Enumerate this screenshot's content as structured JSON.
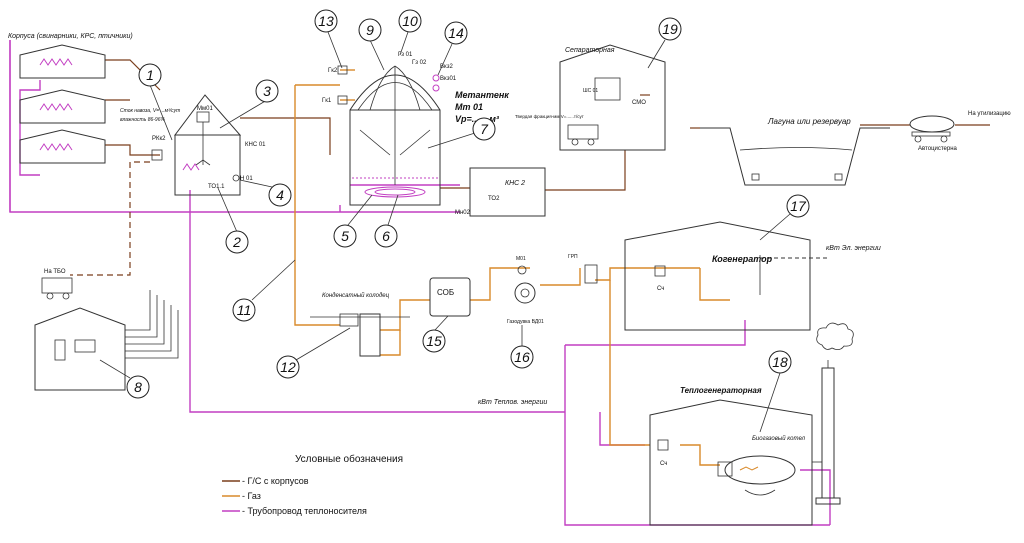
{
  "labels": {
    "korpusa": "Корпуса (свинарники, КРС, птичники)",
    "stok_navoza": "Сток навоза, V= ...м³/сут",
    "vlazhnost": "влажность 86-96%",
    "rkk2": "РКк2",
    "mm01": "Мм01",
    "khns01": "КНС 01",
    "to11": "ТО1.1",
    "n01": "Н 01",
    "gk1": "Гк1",
    "gk2": "Гк2",
    "gz01": "Гз 01",
    "gz02": "Гз 02",
    "vp01": "Вкз01",
    "vp02": "Вкз2",
    "metantenk": "Метантенк",
    "mt01": "Мт 01",
    "vr": "Vр=.......м³",
    "khns2": "КНС 2",
    "to2": "ТО2",
    "mn02": "Мн02",
    "separatornaya": "Сепараторная",
    "shs01": "ШС 01",
    "smo": "СМО",
    "tverdaya_fraktsiya": "Твердая фракция-мм V=......т/сут",
    "laguna": "Лагуна или резервуар",
    "na_utilizatsiyu": "На утилизацию",
    "avtotsisterna": "Автоцистерна",
    "kvt_el": "кВт Эл. энергии",
    "kogenerator": "Когенератор",
    "sch": "Сч",
    "na_tbo": "На ТБО",
    "kondensatny_kolodets": "Конденсатный колодец",
    "sob": "СОБ",
    "m01": "М01",
    "grp": "ГРП",
    "gazoduvka": "Газодувка ВД01",
    "kvt_tepl": "кВт Теплов. энергии",
    "teplogeneratornaya": "Теплогенераторная",
    "biogazovy_kotel": "Биогазовый котел"
  },
  "legend": {
    "title": "Условные обозначения",
    "items": [
      {
        "label": "- Г/С с корпусов",
        "color": "#7a3e1c"
      },
      {
        "label": "- Газ",
        "color": "#d98a2b"
      },
      {
        "label": "- Трубопровод теплоносителя",
        "color": "#c23fc2"
      }
    ]
  },
  "callouts": [
    "1",
    "2",
    "3",
    "4",
    "5",
    "6",
    "7",
    "8",
    "9",
    "10",
    "11",
    "12",
    "13",
    "14",
    "15",
    "16",
    "17",
    "18",
    "19"
  ],
  "colors": {
    "slurry_line": "#7a3e1c",
    "gas_line": "#d98a2b",
    "heat_line": "#c23fc2",
    "outline": "#333333"
  }
}
